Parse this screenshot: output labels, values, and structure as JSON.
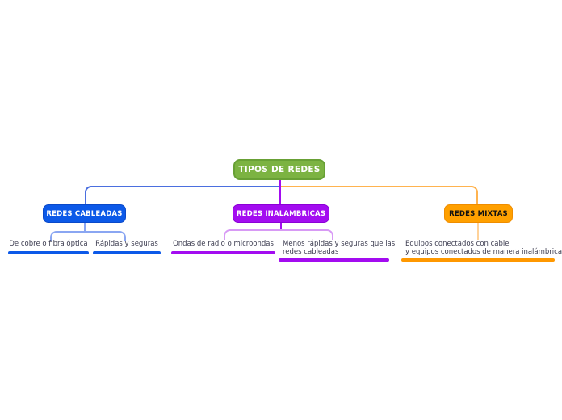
{
  "app": {
    "type": "mind-map",
    "background": "#ffffff"
  },
  "root": {
    "label": "TIPOS DE REDES",
    "bg": "#7cb342",
    "border": "#68a035",
    "text_color": "#ffffff"
  },
  "branches": [
    {
      "id": "cableadas",
      "label": "REDES CABLEADAS",
      "bg": "#0c59e8",
      "border": "#0a49c9",
      "text_color": "#ffffff",
      "connector_color": "#4b6fdf",
      "child_connector_color": "#8aa6f2",
      "underline_color": "#0c59e8",
      "children": [
        {
          "text": "De cobre o fibra óptica"
        },
        {
          "text": "Rápidas y seguras"
        }
      ]
    },
    {
      "id": "inalambricas",
      "label": "REDES INALAMBRICAS",
      "bg": "#a30cf0",
      "border": "#8c00d6",
      "text_color": "#ffffff",
      "connector_color": "#a30cf0",
      "child_connector_color": "#d89af5",
      "underline_color": "#a30cf0",
      "children": [
        {
          "text": "Ondas de radio o microondas"
        },
        {
          "text": "Menos rápidas y seguras que las\nredes cableadas"
        }
      ]
    },
    {
      "id": "mixtas",
      "label": "REDES MIXTAS",
      "bg": "#ffa000",
      "border": "#ef8d00",
      "text_color": "#111111",
      "connector_color": "#ffb34f",
      "child_connector_color": "#ffd299",
      "underline_color": "#ff9800",
      "children": [
        {
          "text": "Equipos conectados con cable\ny equipos conectados de manera inalámbrica"
        }
      ]
    }
  ]
}
